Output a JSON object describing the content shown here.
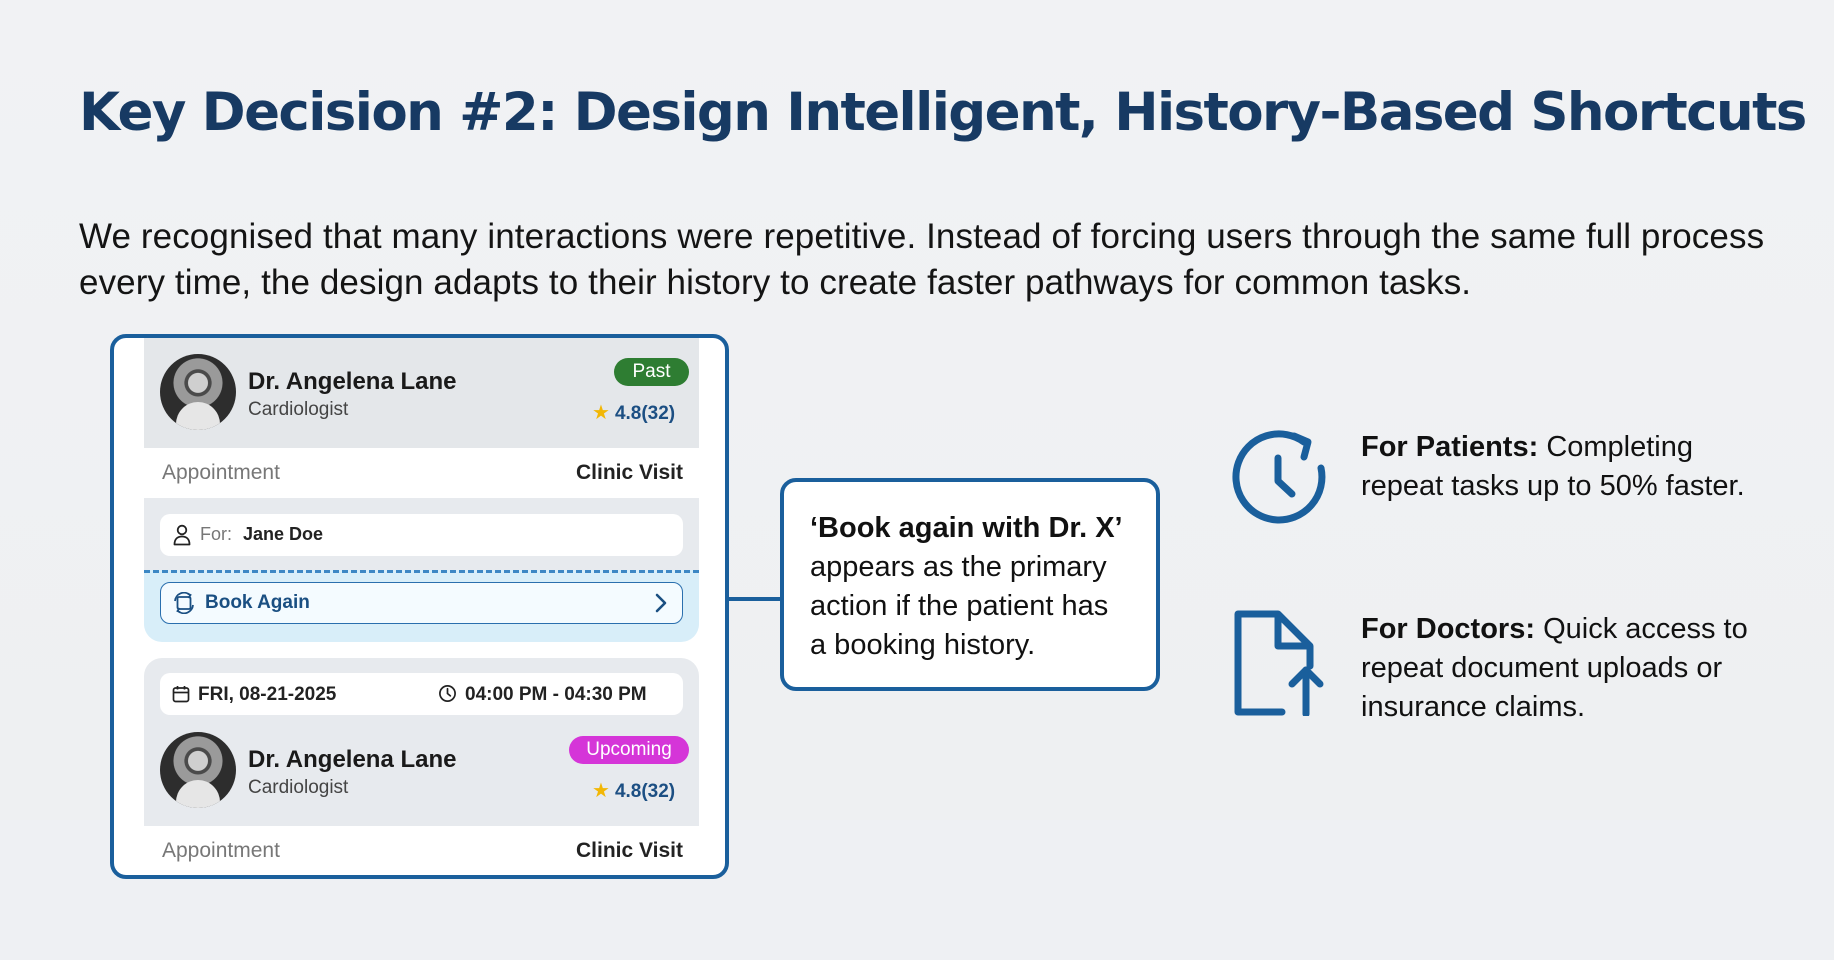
{
  "title": "Key Decision #2: Design Intelligent, History-Based Shortcuts",
  "intro": "We recognised that many interactions were repetitive. Instead of forcing users through the same full process every time, the design adapts to their history to create faster pathways for common tasks.",
  "colors": {
    "accent": "#1a5f9c",
    "title": "#173a63",
    "past": "#2e7d32",
    "upcoming": "#d535d8"
  },
  "phone": {
    "card1": {
      "doctor_name": "Dr. Angelena Lane",
      "specialty": "Cardiologist",
      "status": "Past",
      "rating": "4.8(32)",
      "appointment_label": "Appointment",
      "appointment_value": "Clinic Visit",
      "for_label": "For:",
      "for_value": "Jane Doe",
      "book_again_label": "Book Again"
    },
    "card2": {
      "date": "FRI, 08-21-2025",
      "time": "04:00 PM - 04:30 PM",
      "doctor_name": "Dr. Angelena Lane",
      "specialty": "Cardiologist",
      "status": "Upcoming",
      "rating": "4.8(32)",
      "appointment_label": "Appointment",
      "appointment_value": "Clinic Visit"
    }
  },
  "callout": {
    "bold": "‘Book again with Dr. X’",
    "text": "appears as the primary action if the patient has a booking history."
  },
  "benefits": [
    {
      "icon": "clock-refresh-icon",
      "bold": "For Patients:",
      "text": "Completing repeat tasks up to 50% faster."
    },
    {
      "icon": "document-upload-icon",
      "bold": "For Doctors:",
      "text": "Quick access to repeat document uploads or insurance claims."
    }
  ]
}
